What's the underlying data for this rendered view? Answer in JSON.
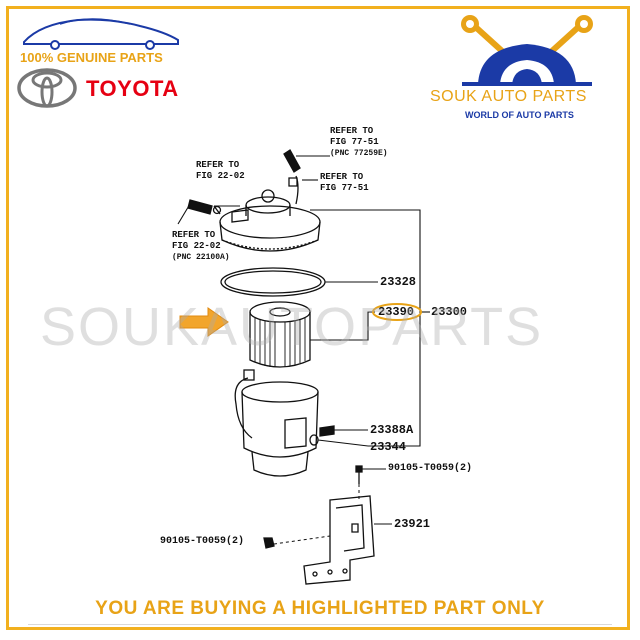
{
  "branding": {
    "genuine_text": "100% GENUINE PARTS",
    "toyota_wordmark": "TOYOTA",
    "store_name": "SOUK AUTO PARTS",
    "store_tagline": "WORLD OF AUTO PARTS",
    "watermark": "SOUKAUTOPARTS",
    "icons": [
      "car-outline-icon",
      "toyota-logo-icon",
      "wrench-cross-icon",
      "wheel-icon"
    ],
    "colors": {
      "gold": "#e8a317",
      "toyota_red": "#e60012",
      "store_blue": "#1b3aa6",
      "highlight_arrow": "#f2a52c"
    }
  },
  "diagram": {
    "refs": {
      "top_right_1": "REFER TO",
      "top_right_2": "FIG 77-51",
      "top_right_pnc": "(PNC 77259E)",
      "mid_right_1": "REFER TO",
      "mid_right_2": "FIG 77-51",
      "left_top_1": "REFER TO",
      "left_top_2": "FIG 22-02",
      "left_bottom_1": "REFER TO",
      "left_bottom_2": "FIG 22-02",
      "left_bottom_pnc": "(PNC 22100A)"
    },
    "parts": {
      "gasket": "23328",
      "filter_element": "23390",
      "assembly": "23300",
      "plug": "23388A",
      "oring": "23344",
      "bolt_right": "90105-T0059(2)",
      "bracket": "23921",
      "bolt_left": "90105-T0059(2)"
    }
  },
  "footer": {
    "notice": "YOU ARE BUYING A HIGHLIGHTED PART ONLY"
  }
}
